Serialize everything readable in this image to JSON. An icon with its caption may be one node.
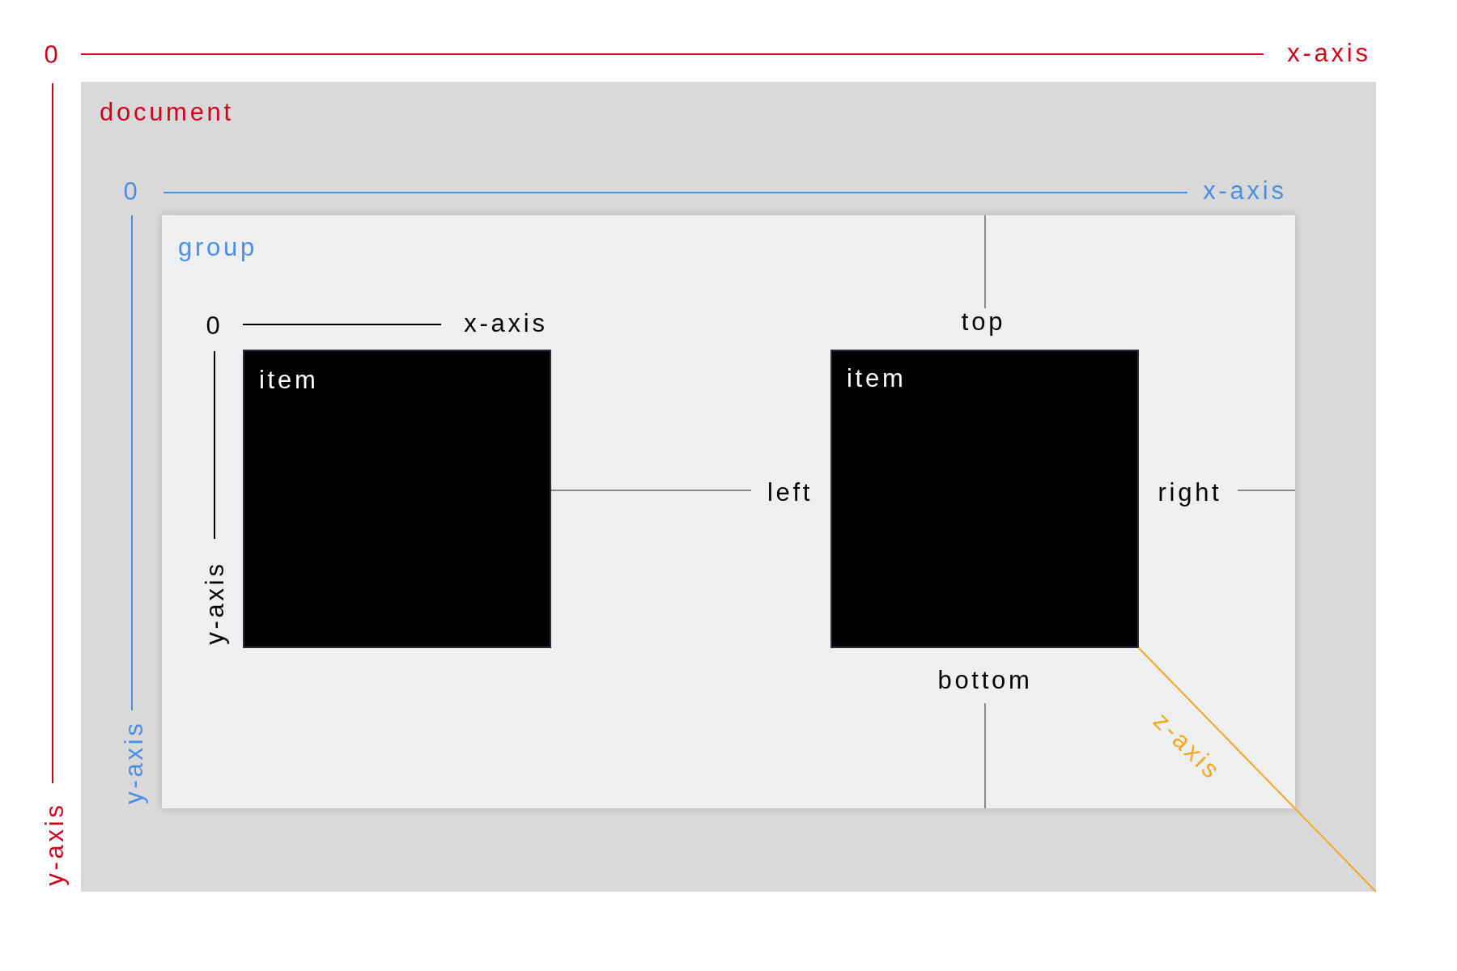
{
  "diagram": {
    "nodes": [
      {
        "text": [
          "document"
        ]
      },
      {
        "text": [
          "group"
        ],
        "in": 0
      },
      {
        "text": [
          "item"
        ],
        "in": 1
      },
      {
        "text": [
          "item"
        ],
        "in": 1
      }
    ],
    "edges": [],
    "labels": [
      "0",
      "x-axis",
      "0",
      "x-axis",
      "0",
      "x-axis",
      "top",
      "left",
      "right",
      "y-axis",
      "bottom",
      "y-axis",
      "z-axis",
      "y-axis"
    ]
  }
}
